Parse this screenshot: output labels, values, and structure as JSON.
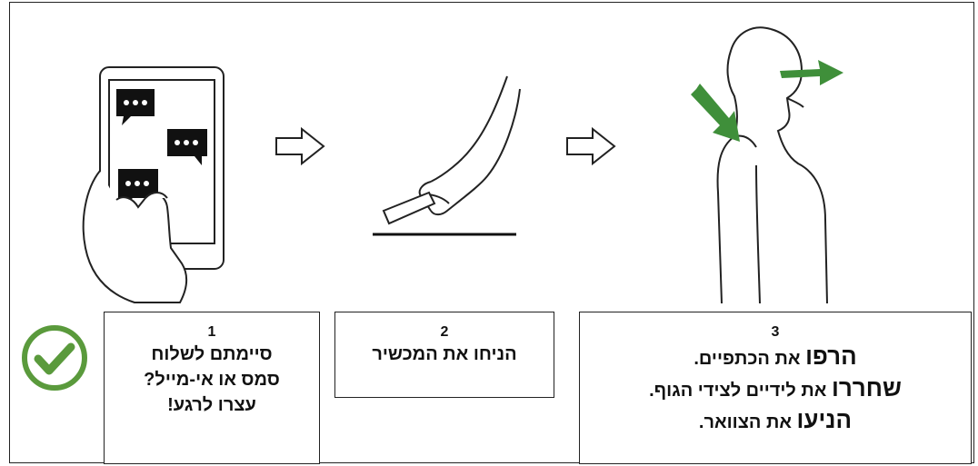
{
  "steps": [
    {
      "number": "1",
      "lines": [
        "סיימתם לשלוח",
        "סמס או אי-מייל?",
        "עצרו לרגע!"
      ],
      "icon": "phone-with-messages"
    },
    {
      "number": "2",
      "lines": [
        "הניחו את המכשיר"
      ],
      "icon": "hand-placing-device"
    },
    {
      "number": "3",
      "lines": [
        {
          "strong": "הרפו",
          "rest": " את הכתפיים."
        },
        {
          "strong": "שחררו",
          "rest": " את  לידיים  לצידי הגוף."
        },
        {
          "strong": "הניעו",
          "rest": " את הצוואר."
        }
      ],
      "icon": "person-neck-stretch"
    }
  ],
  "check_icon": "green-check-circle-icon",
  "arrow_icon": "outline-right-arrow-icon",
  "colors": {
    "accent_green": "#5a9a3c",
    "arrow_green": "#3f8f3a",
    "outline": "#222222"
  }
}
